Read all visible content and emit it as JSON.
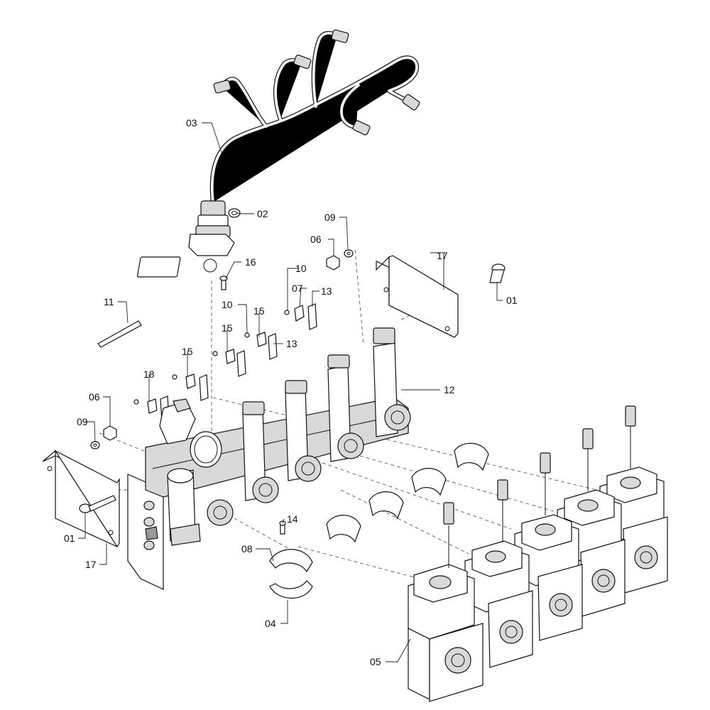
{
  "diagram": {
    "callouts": {
      "c01a": "01",
      "c01b": "01",
      "c02": "02",
      "c03": "03",
      "c04": "04",
      "c05": "05",
      "c06a": "06",
      "c06b": "06",
      "c07": "07",
      "c08": "08",
      "c09a": "09",
      "c09b": "09",
      "c10a": "10",
      "c10b": "10",
      "c11": "11",
      "c12": "12",
      "c13a": "13",
      "c13b": "13",
      "c14": "14",
      "c15a": "15",
      "c15b": "15",
      "c15c": "15",
      "c16": "16",
      "c17a": "17",
      "c17b": "17",
      "c18": "18"
    }
  }
}
